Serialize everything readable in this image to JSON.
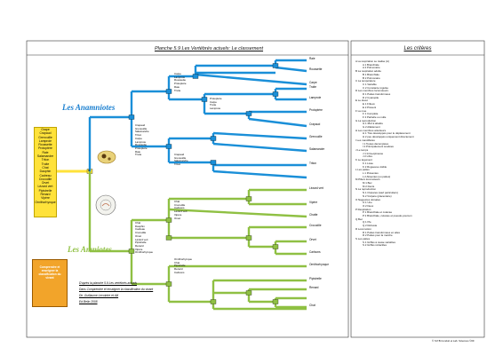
{
  "title": "Planche 5.9 Les Vertébrés actuels: Le classement",
  "criteria_title": "Les critères",
  "group_anamniotes": "Les Anamniotes",
  "group_amniotes": "Les Amniotes",
  "colors": {
    "blue": "#1a8fd8",
    "green": "#8fc043",
    "yellow": "#ffe23a"
  },
  "root_list": [
    "Grape",
    "Crapaud",
    "Grenouille",
    "Lamproie",
    "Roussette",
    "Protoptère",
    "Raie",
    "Salamandre",
    "Triton",
    "Truite",
    "Chat",
    "Dauphin",
    "Cadreau",
    "Crocodile",
    "Orvet",
    "Lézard vert",
    "Pipistrelle",
    "Renard",
    "Vipère",
    "Ornithorhynque"
  ],
  "root_label": "A",
  "leaves_top": [
    {
      "key": "R",
      "name": "Raie"
    },
    {
      "key": "Ro",
      "name": "Roussette"
    },
    {
      "key": "C",
      "name": "Carpe"
    },
    {
      "key": "T",
      "name": "Truite"
    },
    {
      "key": "L",
      "name": "Lamproie"
    },
    {
      "key": "P",
      "name": "Protoptère"
    },
    {
      "key": "Cr",
      "name": "Crapaud"
    },
    {
      "key": "G",
      "name": "Grenouille"
    },
    {
      "key": "S",
      "name": "Salamandre"
    },
    {
      "key": "Tr",
      "name": "Triton"
    }
  ],
  "leaves_bottom": [
    {
      "key": "Lv",
      "name": "Lézard vert"
    },
    {
      "key": "V",
      "name": "Vipère"
    },
    {
      "key": "Ch",
      "name": "Chatte"
    },
    {
      "key": "Cc",
      "name": "Crocodile"
    },
    {
      "key": "O",
      "name": "Orvet"
    },
    {
      "key": "Ca",
      "name": "Carlsons"
    },
    {
      "key": "On",
      "name": "Ornithorhynque"
    },
    {
      "key": "Pi",
      "name": "Pipistrelle"
    },
    {
      "key": "Re",
      "name": "Renard"
    },
    {
      "key": "Ct",
      "name": "Chat"
    }
  ],
  "group_lists": {
    "b1": [
      "Carpe",
      "Lamproie",
      "Roussette",
      "Protoptère",
      "Raie",
      "Truite"
    ],
    "b2": [
      "Crapaud",
      "Grenouille",
      "Salamandre",
      "Triton",
      "Carpe",
      "Lamproie",
      "Roussette",
      "Protoptère",
      "Raie",
      "Truite"
    ],
    "b3": [
      "Crapaud",
      "Grenouille",
      "Salamandre",
      "Triton"
    ],
    "b4": [
      "Protoptère",
      "Carpe",
      "Truite",
      "Lamproie"
    ],
    "g1": [
      "Chat",
      "Crocodile",
      "Carlsons",
      "Lézard vert",
      "Vipère",
      "Orvet"
    ],
    "g2": [
      "Chat",
      "Dauphin",
      "Cadreau",
      "Crocodile",
      "Orvet",
      "Lézard vert",
      "Pipistrelle",
      "Renard",
      "Vipère",
      "Ornithorhynque"
    ],
    "g3": [
      "Ornithorhynque",
      "Chat",
      "Pipistrelle",
      "Renard",
      "Carlsons"
    ]
  },
  "criteria": [
    {
      "h": "A  La respiration se réalise (A)",
      "s": [
        "A   1    Branchiale",
        "A   2    Pulmonaire"
      ]
    },
    {
      "h": "B  La respiration adulte",
      "s": [
        "B   1    Branchiale",
        "B   2    Pulmonaire"
      ]
    },
    {
      "h": "C  La température",
      "s": [
        "C   1    Variable",
        "C   2    Constante régulée"
      ]
    },
    {
      "h": "D  Les membres locomoteurs",
      "s": [
        "D   1    Pattes transformées",
        "D   2    Cyanopile"
      ]
    },
    {
      "h": "E  Le duvet",
      "s": [
        "E   1    Frileux",
        "E   2    Présent"
      ]
    },
    {
      "h": "F  La mue",
      "s": [
        "F   1    Complète",
        "F   2    Partielle ou nulle"
      ]
    },
    {
      "h": "G  La reproduction",
      "s": [
        "G   1    Œuf à abattre",
        "G   2    Allaitement"
      ]
    },
    {
      "h": "H  Les membres antérieurs",
      "s": [
        "H   1    Très développés pour le déplacement",
        "H   2    peu développés uniquement directement"
      ]
    },
    {
      "h": "I  Les mandibules",
      "s": [
        "I   1    Toutes décomptées",
        "I   2    Principalement soudées"
      ]
    },
    {
      "h": "J  Le temps",
      "s": [
        "J   1    Intra-épineuse",
        "J   2    Libre"
      ]
    },
    {
      "h": "K  Le tégument",
      "s": [
        "K   1    Lisse",
        "K   2    Rugueuse visible"
      ]
    },
    {
      "h": "L  Les pattes",
      "s": [
        "L   1    Présentes",
        "L   2    Absentes (ou pattes)"
      ]
    },
    {
      "h": "M  Piliers locomoteurs",
      "s": [
        "M   1    Bec",
        "M   2    Dents"
      ]
    },
    {
      "h": "N  La reproduction",
      "s": [
        "N   1    Ovipares (sauf particuliers)",
        "N   2    Vivipare (placentaire)"
      ]
    },
    {
      "h": "O  Nageoires dorsales",
      "s": [
        "O   1    Une",
        "O   2    Deux"
      ]
    },
    {
      "h": "P  Respiration",
      "s": [
        "P   1    Branchiale et cutanée",
        "P   2    Branchiale, cutanée et pseudo-poumon"
      ]
    },
    {
      "h": "Q  Bec",
      "s": [
        "Q   1    Pie",
        "Q   2    Robuste"
      ]
    },
    {
      "h": "R  Locomotion",
      "s": [
        "R   1    Pattes transformées en ailes",
        "R   2    Pattes pour la marche"
      ]
    },
    {
      "h": "S  Les pattes",
      "s": [
        "S   1    Griffes à cause variables",
        "S   2    Griffes rétractiles"
      ]
    }
  ],
  "footer": {
    "line1": "D'après la planche 5.9 Les vertébrés actuels",
    "line2": "Dans Comprendre et enseigner la classification du vivant",
    "line3": "Dir. Guillaume Lecointre et Alii",
    "line4": "Ed Belin 2008"
  },
  "copyright": "© S.P.B.Conduit et Lab. Sciences  ©09",
  "book_cover_text": "Comprendre et enseigner la classification du vivant"
}
